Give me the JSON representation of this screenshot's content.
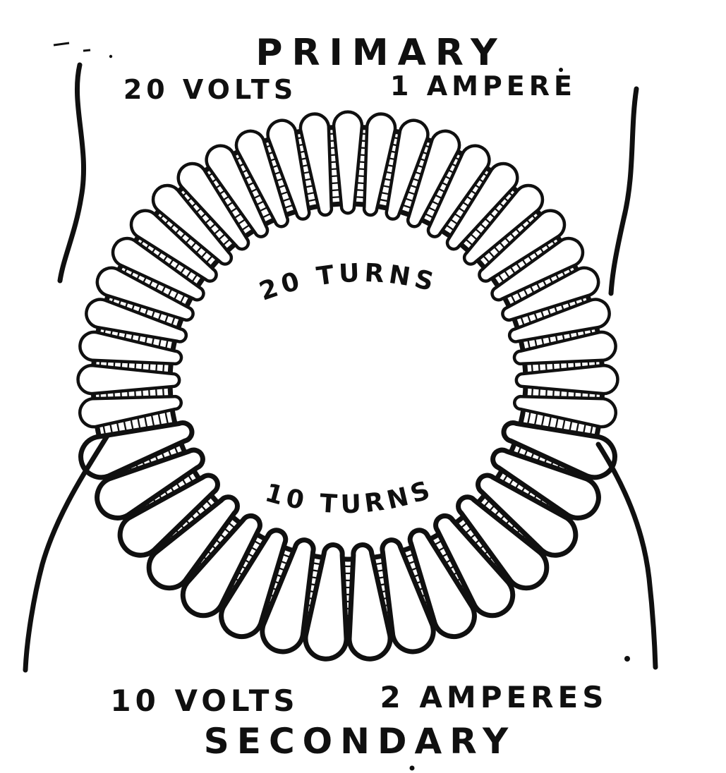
{
  "figure": {
    "primary": {
      "title": "PRIMARY",
      "volts": "20 VOLTS",
      "amperes": "1 AMPERE",
      "turns": "20 TURNS"
    },
    "secondary": {
      "title": "SECONDARY",
      "volts": "10 VOLTS",
      "amperes": "2 AMPERES",
      "turns": "10 TURNS"
    },
    "colors": {
      "ink": "#101010",
      "paper": "#ffffff"
    }
  }
}
